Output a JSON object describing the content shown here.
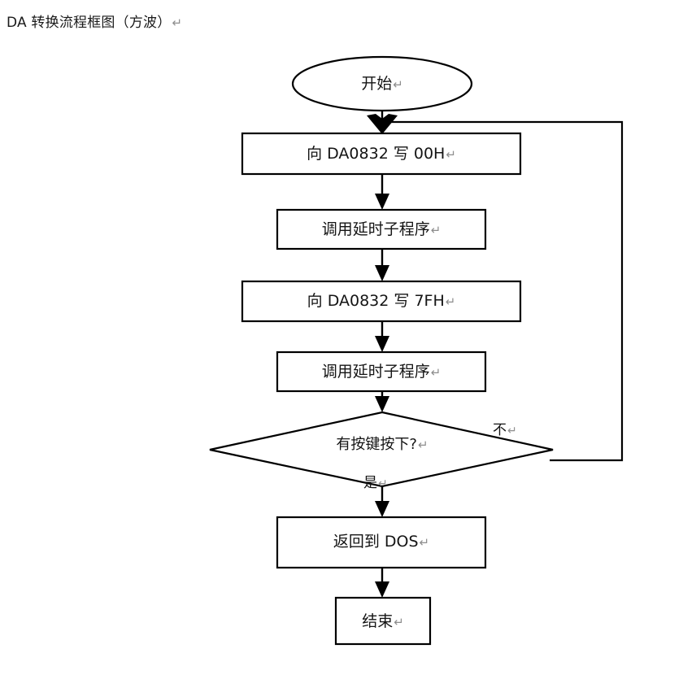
{
  "document": {
    "title": "DA 转换流程框图（方波）",
    "pilcrow": "↵"
  },
  "flowchart": {
    "type": "flowchart",
    "orientation": "top-to-bottom",
    "nodes": [
      {
        "id": "start",
        "shape": "ellipse",
        "label": "开始",
        "pilcrow": "↵"
      },
      {
        "id": "write00",
        "shape": "rectangle",
        "label": "向 DA0832 写 00H",
        "pilcrow": "↵"
      },
      {
        "id": "delay1",
        "shape": "rectangle",
        "label": "调用延时子程序",
        "pilcrow": "↵"
      },
      {
        "id": "write7f",
        "shape": "rectangle",
        "label": "向 DA0832 写 7FH",
        "pilcrow": "↵"
      },
      {
        "id": "delay2",
        "shape": "rectangle",
        "label": "调用延时子程序",
        "pilcrow": "↵"
      },
      {
        "id": "decide",
        "shape": "diamond",
        "label": "有按键按下?",
        "pilcrow": "↵"
      },
      {
        "id": "retdos",
        "shape": "rectangle",
        "label": "返回到 DOS",
        "pilcrow": "↵"
      },
      {
        "id": "end",
        "shape": "rectangle",
        "label": "结束",
        "pilcrow": "↵"
      }
    ],
    "edges": [
      {
        "from": "start",
        "to": "write00",
        "label": ""
      },
      {
        "from": "write00",
        "to": "delay1",
        "label": ""
      },
      {
        "from": "delay1",
        "to": "write7f",
        "label": ""
      },
      {
        "from": "write7f",
        "to": "delay2",
        "label": ""
      },
      {
        "from": "delay2",
        "to": "decide",
        "label": ""
      },
      {
        "from": "decide",
        "to": "retdos",
        "label": "是",
        "pilcrow": "↵",
        "branch": "yes"
      },
      {
        "from": "decide",
        "to": "write00",
        "label": "不",
        "pilcrow": "↵",
        "branch": "no"
      },
      {
        "from": "retdos",
        "to": "end",
        "label": ""
      }
    ],
    "labels": {
      "no": "不",
      "yes": "是"
    },
    "colors": {
      "stroke": "#000000",
      "fill": "#ffffff",
      "text": "#141414",
      "pilcrow": "#8d8d8d"
    }
  }
}
